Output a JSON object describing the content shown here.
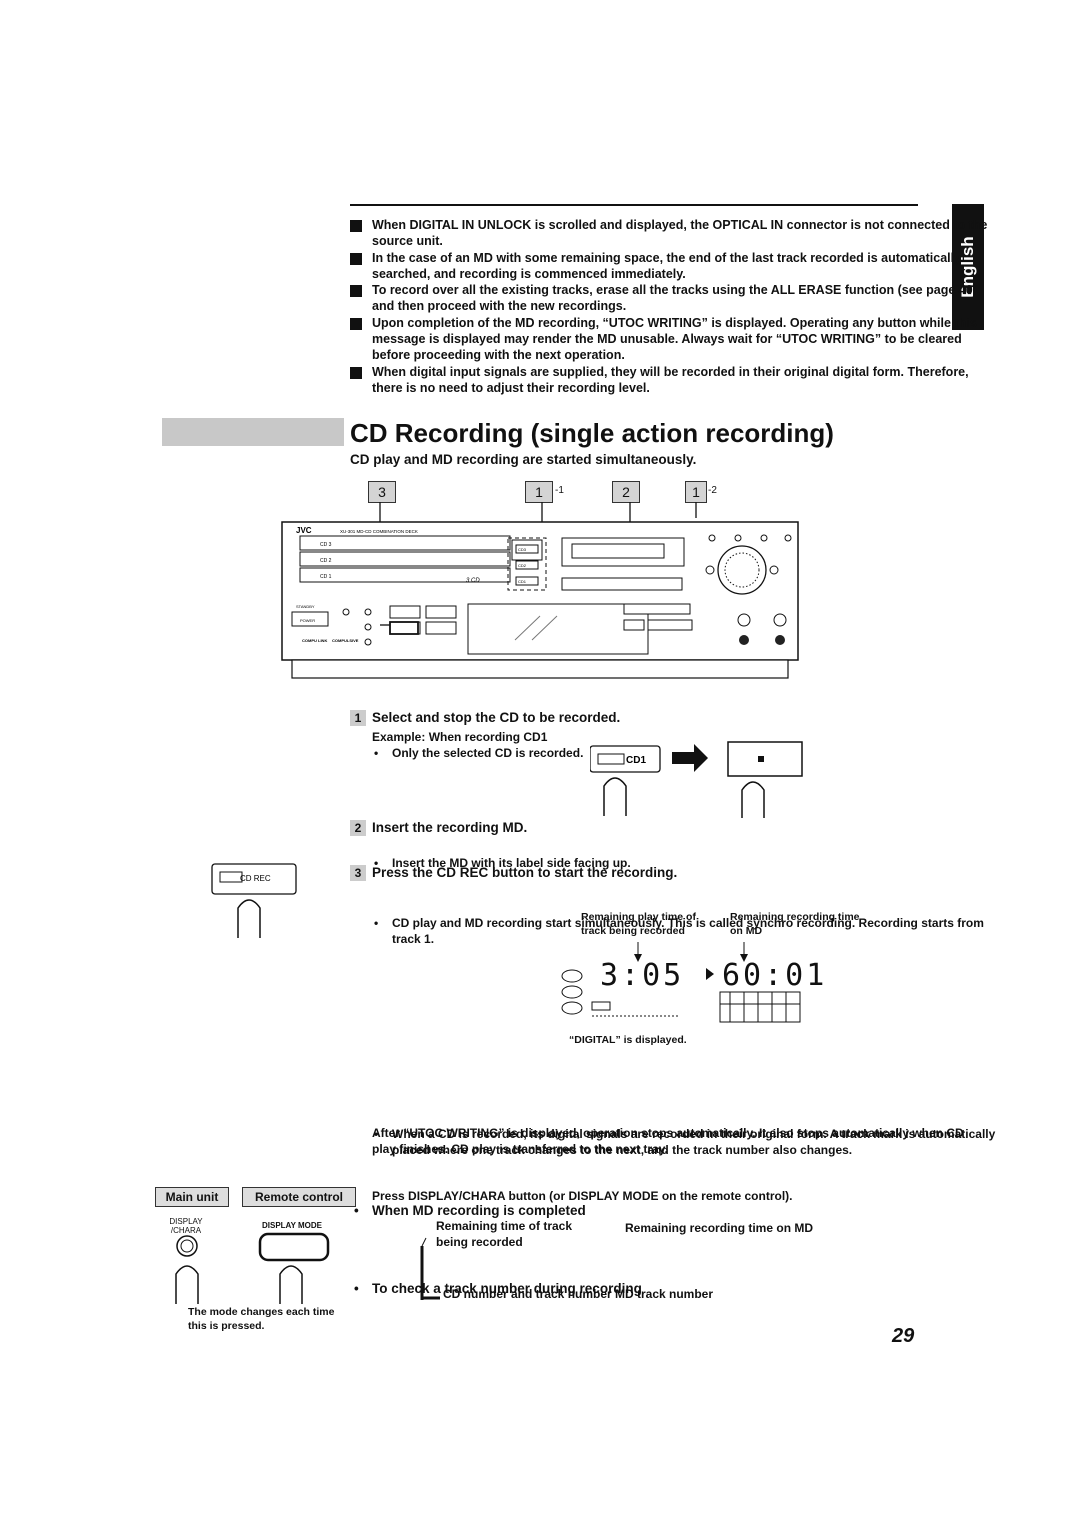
{
  "page": {
    "language_tab": "English",
    "page_number": "29"
  },
  "notes": [
    "When DIGITAL IN UNLOCK is scrolled and displayed, the OPTICAL IN connector is not connected to the source unit.",
    "In the case of an MD with some remaining space, the end of the last track recorded is automatically searched, and recording is commenced immediately.",
    "To record over all the existing tracks, erase all the tracks using the ALL ERASE function (see page 40), and then proceed with the new recordings.",
    "Upon completion of the MD recording, “UTOC WRITING” is displayed. Operating any button while this message is displayed may render the MD unusable. Always wait for “UTOC WRITING” to be cleared before proceeding with the next operation.",
    "When digital input signals are supplied, they will be recorded in their original digital form. Therefore, there is no need to adjust their recording level."
  ],
  "section": {
    "title": "CD Recording (single action recording)",
    "subtitle": "CD play and MD recording are started simultaneously."
  },
  "callouts": [
    {
      "label": "3",
      "sub": ""
    },
    {
      "label": "1",
      "sub": "-1"
    },
    {
      "label": "2",
      "sub": ""
    },
    {
      "label": "1",
      "sub": "-2"
    }
  ],
  "device": {
    "brand": "JVC",
    "model": "XU-301  MD-CD COMBINATION DECK",
    "cd_trays": [
      "CD 3",
      "CD 2",
      "CD 1"
    ],
    "tray_buttons": [
      "CD3",
      "CD2",
      "CD1"
    ],
    "cd_logo": "3 CD",
    "power_label": "POWER",
    "standby_label": "STANDBY",
    "bottom_labels": [
      "COMPU LINK",
      "COMPULSIVE"
    ]
  },
  "steps": {
    "step1": {
      "num": "1",
      "title": "Select and stop the CD to be recorded.",
      "example": "Example:  When recording CD1",
      "bullet": "Only the selected CD is recorded.",
      "button_label": "CD1"
    },
    "step2": {
      "num": "2",
      "title": "Insert the recording MD.",
      "bullet": "Insert the MD with its label side facing up."
    },
    "step3": {
      "num": "3",
      "title": "Press the CD REC button to start the recording.",
      "bullet": "CD play and MD recording start simultaneously.  This is called synchro recording.  Recording starts from track 1.",
      "button_label": "CD REC",
      "label_play": "Remaining play time of track being recorded",
      "label_rec": "Remaining recording time on MD",
      "display_time1": "3:05",
      "display_time2": "60:01",
      "digital_caption": "“DIGITAL” is displayed.",
      "bullet2": "When a CD is recorded, its digital signals are recorded in their original form.  A track mark is automatically placed where one track changes to the next, and the track number also changes."
    }
  },
  "when_completed": {
    "title": "When MD recording is completed",
    "text": "After “UTOC WRITING” is displayed, operation stops automatically.  It also stops automatically when CD play finishes.  CD play is transferred to the next tray."
  },
  "track_check": {
    "title": "To check a track number during recording",
    "text": "Press DISPLAY/CHARA button (or DISPLAY MODE on the remote control).",
    "main_unit": "Main unit",
    "remote_control": "Remote control",
    "display_chara_label": "DISPLAY /CHARA",
    "display_mode_label": "DISPLAY MODE",
    "mode_caption": "The mode changes each time this is pressed.",
    "flow": [
      "Remaining time of track being recorded",
      "Remaining recording time on MD",
      "CD number and track number",
      "MD track number"
    ]
  }
}
